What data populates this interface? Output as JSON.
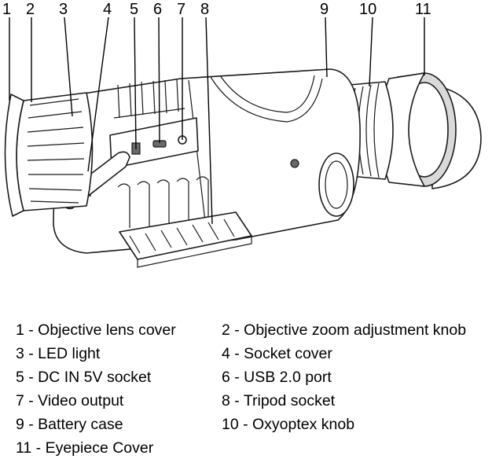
{
  "callout_numbers": [
    "1",
    "2",
    "3",
    "4",
    "5",
    "6",
    "7",
    "8",
    "9",
    "10",
    "11"
  ],
  "legend": [
    {
      "text": "1 - Objective lens cover"
    },
    {
      "text": "2 - Objective zoom adjustment knob"
    },
    {
      "text": "3 - LED light"
    },
    {
      "text": "4 - Socket cover"
    },
    {
      "text": "5 - DC IN 5V socket"
    },
    {
      "text": "6 - USB 2.0 port"
    },
    {
      "text": "7 - Video output"
    },
    {
      "text": "8 - Tripod socket"
    },
    {
      "text": "9 - Battery case"
    },
    {
      "text": "10 - Oxyoptex knob"
    },
    {
      "text": "11 - Eyepiece Cover"
    }
  ],
  "colors": {
    "line": "#1a1a1a",
    "background": "#ffffff",
    "rubber": "#d9d9d9"
  }
}
